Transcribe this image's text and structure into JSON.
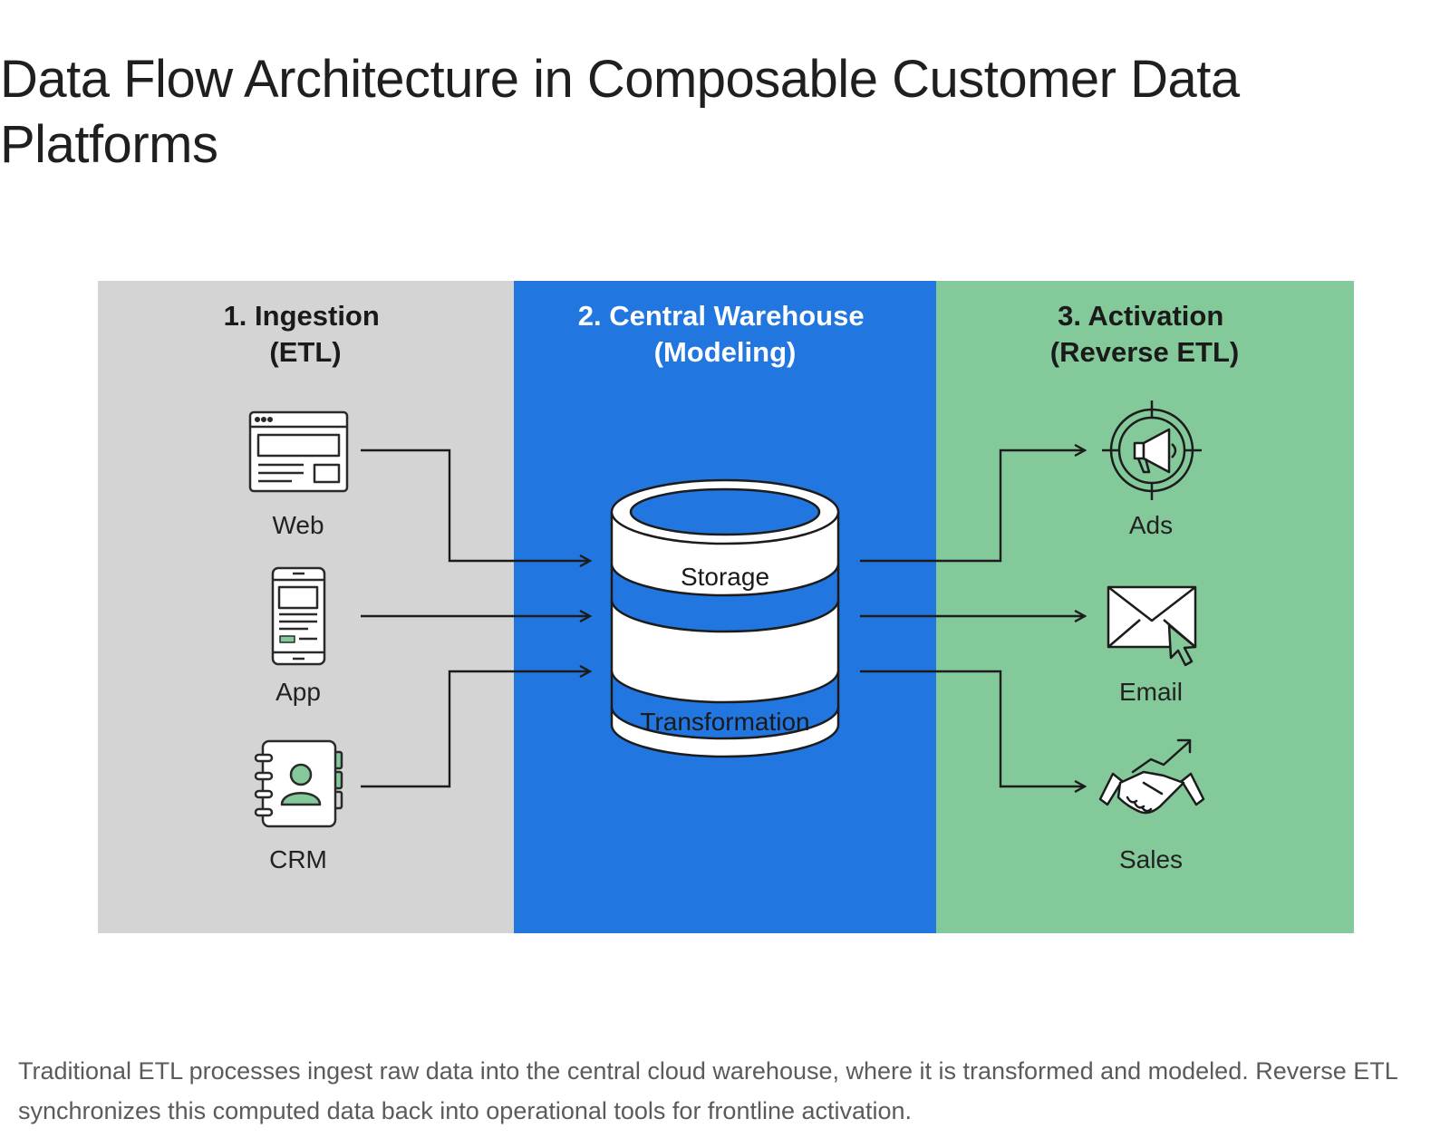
{
  "title": "Data Flow Architecture in Composable Customer Data Platforms",
  "caption": "Traditional ETL processes ingest raw data into the central cloud warehouse, where it is transformed and modeled. Reverse ETL synchronizes this computed data back into operational tools for frontline activation.",
  "diagram": {
    "columns": [
      {
        "line1": "1. Ingestion",
        "line2": "(ETL)",
        "color": "#d4d4d4"
      },
      {
        "line1": "2. Central Warehouse",
        "line2": "(Modeling)",
        "color": "#2176e0"
      },
      {
        "line1": "3. Activation",
        "line2": "(Reverse ETL)",
        "color": "#84c99a"
      }
    ],
    "sources": [
      {
        "label": "Web",
        "icon": "browser-window-icon"
      },
      {
        "label": "App",
        "icon": "mobile-phone-icon"
      },
      {
        "label": "CRM",
        "icon": "contact-book-icon"
      }
    ],
    "warehouse": {
      "icon": "database-cylinder-icon",
      "layers": [
        "Storage",
        "Transformation"
      ]
    },
    "destinations": [
      {
        "label": "Ads",
        "icon": "megaphone-target-icon"
      },
      {
        "label": "Email",
        "icon": "envelope-cursor-icon"
      },
      {
        "label": "Sales",
        "icon": "handshake-growth-icon"
      }
    ]
  }
}
